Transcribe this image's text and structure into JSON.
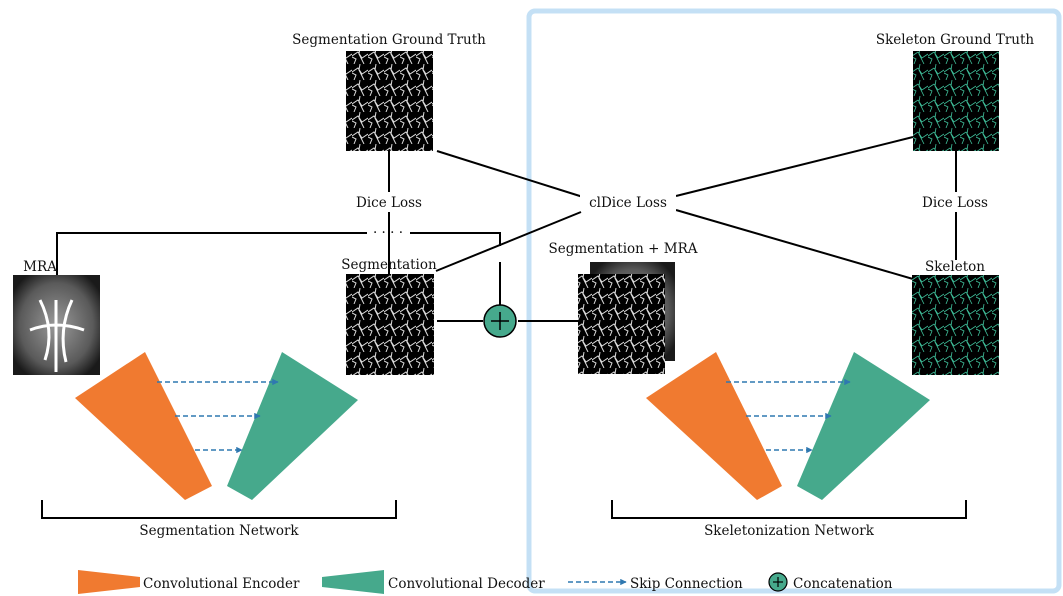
{
  "labels": {
    "seg_gt": "Segmentation Ground Truth",
    "skel_gt": "Skeleton Ground Truth",
    "dice_loss_left": "Dice Loss",
    "cldice_loss": "clDice Loss",
    "dice_loss_right": "Dice Loss",
    "mra": "MRA",
    "segmentation": "Segmentation",
    "seg_plus_mra": "Segmentation + MRA",
    "skeleton": "Skeleton",
    "seg_network": "Segmentation Network",
    "skel_network": "Skeletonization Network",
    "dots": "· · · ·"
  },
  "legend": {
    "encoder": "Convolutional Encoder",
    "decoder": "Convolutional Decoder",
    "skip": "Skip Connection",
    "concat": "Concatenation"
  },
  "colors": {
    "encoder": "#f07a30",
    "decoder": "#46a98c",
    "skip": "#2f78b0",
    "highlight_box": "#c4e0f5",
    "skeleton_vessel": "#3fbf9a",
    "segmentation_vessel": "#e8e8e8"
  }
}
